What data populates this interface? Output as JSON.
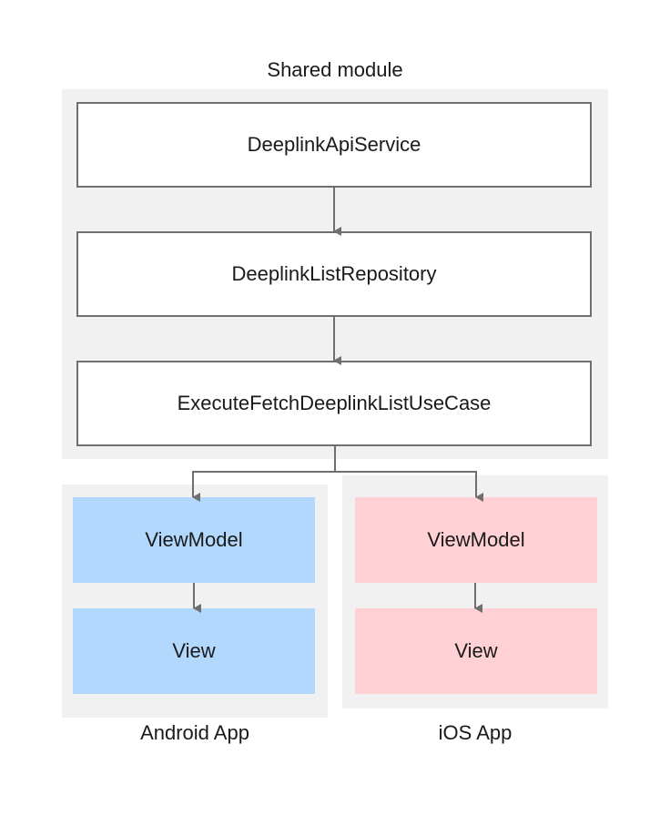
{
  "shared_module": {
    "title": "Shared module",
    "items": [
      "DeeplinkApiService",
      "DeeplinkListRepository",
      "ExecuteFetchDeeplinkListUseCase"
    ]
  },
  "android_app": {
    "title": "Android App",
    "items": [
      "ViewModel",
      "View"
    ],
    "color": "#b3d8fd"
  },
  "ios_app": {
    "title": "iOS App",
    "items": [
      "ViewModel",
      "View"
    ],
    "color": "#ffd1d4"
  },
  "colors": {
    "group_bg": "#f1f1f1",
    "box_border": "#6f6f6f",
    "arrow": "#6f6f6f"
  }
}
